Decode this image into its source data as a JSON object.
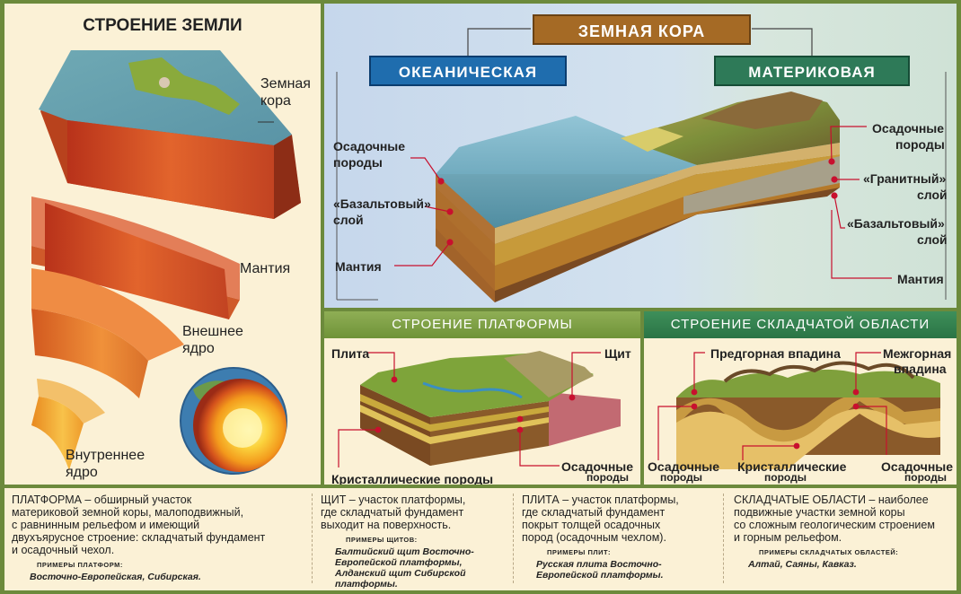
{
  "left": {
    "title": "СТРОЕНИЕ ЗЕМЛИ",
    "labels": {
      "crust_1": "Земная",
      "crust_2": "кора",
      "mantle": "Мантия",
      "outer_core_1": "Внешнее",
      "outer_core_2": "ядро",
      "inner_core_1": "Внутреннее",
      "inner_core_2": "ядро"
    }
  },
  "crust": {
    "title": "ЗЕМНАЯ КОРА",
    "oceanic": "ОКЕАНИЧЕСКАЯ",
    "continental": "МАТЕРИКОВАЯ",
    "left_labels": {
      "sediment_1": "Осадочные",
      "sediment_2": "породы",
      "basalt_1": "«Базальтовый»",
      "basalt_2": "слой",
      "mantle": "Мантия"
    },
    "right_labels": {
      "sediment_1": "Осадочные",
      "sediment_2": "породы",
      "granite_1": "«Гранитный»",
      "granite_2": "слой",
      "basalt_1": "«Базальтовый»",
      "basalt_2": "слой",
      "mantle": "Мантия"
    }
  },
  "platform": {
    "title": "СТРОЕНИЕ ПЛАТФОРМЫ",
    "labels": {
      "plate": "Плита",
      "shield": "Щит",
      "crystalline": "Кристаллические породы",
      "sediment_1": "Осадочные",
      "sediment_2": "породы"
    }
  },
  "folded": {
    "title": "СТРОЕНИЕ СКЛАДЧАТОЙ ОБЛАСТИ",
    "labels": {
      "foredeep": "Предгорная впадина",
      "intermontane_1": "Межгорная",
      "intermontane_2": "впадина",
      "sediment_left_1": "Осадочные",
      "sediment_left_2": "породы",
      "crystalline_1": "Кристаллические",
      "crystalline_2": "породы",
      "sediment_right_1": "Осадочные",
      "sediment_right_2": "породы"
    }
  },
  "definitions": [
    {
      "term": "ПЛАТФОРМА",
      "lines": [
        "ПЛАТФОРМА – обширный участок",
        "материковой земной коры, малоподвижный,",
        "с равнинным рельефом и имеющий",
        "двухъярусное строение: складчатый фундамент",
        "и осадочный чехол."
      ],
      "examples_header": "ПРИМЕРЫ ПЛАТФОРМ:",
      "examples": [
        "Восточно-Европейская, Сибирская."
      ]
    },
    {
      "term": "ЩИТ",
      "lines": [
        "ЩИТ – участок платформы,",
        "где складчатый фундамент",
        "выходит на поверхность."
      ],
      "examples_header": "ПРИМЕРЫ ЩИТОВ:",
      "examples": [
        "Балтийский щит Восточно-",
        "Европейской платформы,",
        "Алданский щит Сибирской",
        "платформы."
      ]
    },
    {
      "term": "ПЛИТА",
      "lines": [
        "ПЛИТА – участок платформы,",
        "где складчатый фундамент",
        "покрыт толщей осадочных",
        "пород (осадочным чехлом)."
      ],
      "examples_header": "ПРИМЕРЫ ПЛИТ:",
      "examples": [
        "Русская плита Восточно-",
        "Европейской платформы."
      ]
    },
    {
      "term": "СКЛАДЧАТЫЕ ОБЛАСТИ",
      "lines": [
        "СКЛАДЧАТЫЕ ОБЛАСТИ – наиболее",
        "подвижные участки земной коры",
        "со сложным геологическим строением",
        "и горным рельефом."
      ],
      "examples_header": "ПРИМЕРЫ СКЛАДЧАТЫХ ОБЛАСТЕЙ:",
      "examples": [
        "Алтай, Саяны, Кавказ."
      ]
    }
  ]
}
